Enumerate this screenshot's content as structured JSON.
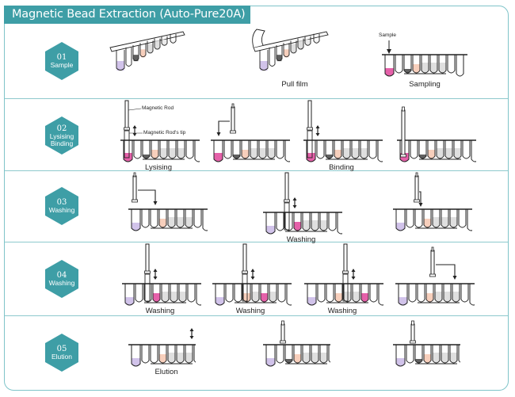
{
  "title": "Magnetic Bead Extraction (Auto-Pure20A)",
  "colors": {
    "accent": "#3e9ea6",
    "frame": "#7fc4c9",
    "sample_tube": "#c9b8e6",
    "lysis_pink": "#e0449a",
    "salmon": "#f6c7b0",
    "grey_fill": "#d9d9d9",
    "dark_fill": "#444444"
  },
  "steps": [
    {
      "number": "01",
      "label_lines": [
        "Sample"
      ],
      "panels": [
        {
          "kind": "angled-strip",
          "caption": ""
        },
        {
          "kind": "angled-strip-film",
          "caption": "Pull  film"
        },
        {
          "kind": "flat-strip-sampling",
          "caption": "Sampling",
          "note": "Sample"
        }
      ]
    },
    {
      "number": "02",
      "label_lines": [
        "Lysising",
        "Binding"
      ],
      "panels": [
        {
          "kind": "rod-mix",
          "caption": "Lysising",
          "notes": [
            "Magnetic Rod",
            "Magnetic Rod's tip"
          ]
        },
        {
          "kind": "rod-move",
          "caption": ""
        },
        {
          "kind": "rod-mix",
          "caption": "Binding"
        },
        {
          "kind": "rod-in",
          "caption": ""
        }
      ]
    },
    {
      "number": "03",
      "label_lines": [
        "Washing"
      ],
      "panels": [
        {
          "kind": "rod-move",
          "caption": ""
        },
        {
          "kind": "rod-mix",
          "caption": "Washing"
        },
        {
          "kind": "rod-move",
          "caption": ""
        }
      ]
    },
    {
      "number": "04",
      "label_lines": [
        "Washing"
      ],
      "panels": [
        {
          "kind": "rod-mix",
          "caption": "Washing"
        },
        {
          "kind": "rod-mix",
          "caption": "Washing"
        },
        {
          "kind": "rod-mix",
          "caption": "Washing"
        },
        {
          "kind": "rod-move",
          "caption": ""
        }
      ]
    },
    {
      "number": "05",
      "label_lines": [
        "Elution"
      ],
      "panels": [
        {
          "kind": "rod-mix",
          "caption": "Elution"
        },
        {
          "kind": "rod-up",
          "caption": ""
        },
        {
          "kind": "rod-up",
          "caption": ""
        }
      ]
    }
  ]
}
